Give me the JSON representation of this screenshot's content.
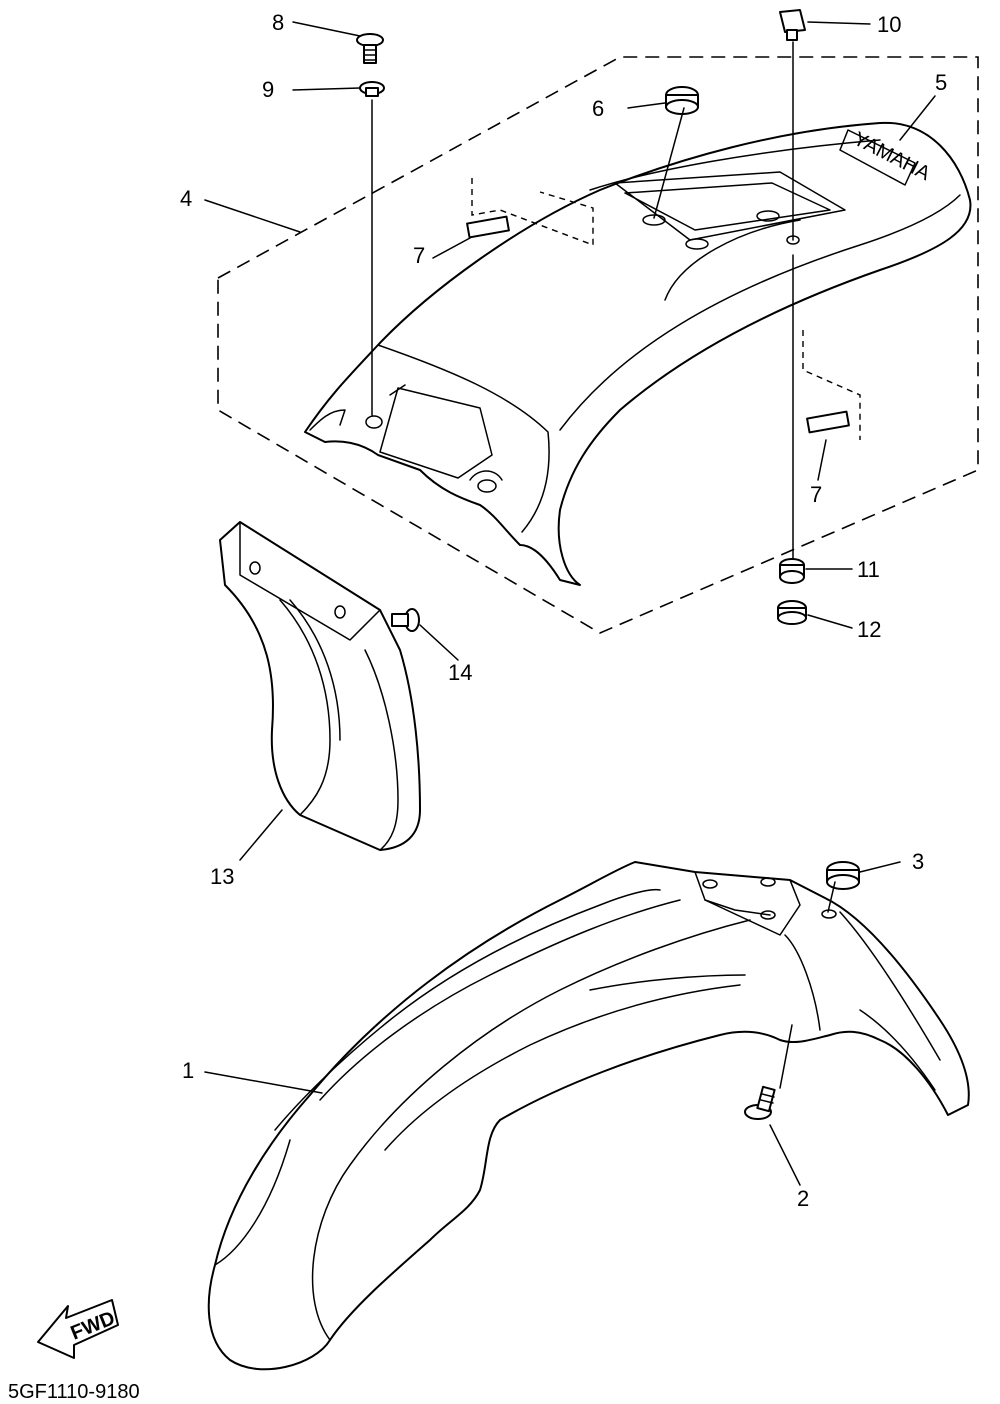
{
  "diagram": {
    "reference_code": "5GF1110-9180",
    "fwd_label": "FWD",
    "brand_mark": "YAMAHA",
    "callouts": [
      {
        "id": "c1",
        "label": "1"
      },
      {
        "id": "c2",
        "label": "2"
      },
      {
        "id": "c3",
        "label": "3"
      },
      {
        "id": "c4",
        "label": "4"
      },
      {
        "id": "c5",
        "label": "5"
      },
      {
        "id": "c6",
        "label": "6"
      },
      {
        "id": "c7a",
        "label": "7"
      },
      {
        "id": "c7b",
        "label": "7"
      },
      {
        "id": "c8",
        "label": "8"
      },
      {
        "id": "c9",
        "label": "9"
      },
      {
        "id": "c10",
        "label": "10"
      },
      {
        "id": "c11",
        "label": "11"
      },
      {
        "id": "c12",
        "label": "12"
      },
      {
        "id": "c13",
        "label": "13"
      },
      {
        "id": "c14",
        "label": "14"
      }
    ]
  }
}
